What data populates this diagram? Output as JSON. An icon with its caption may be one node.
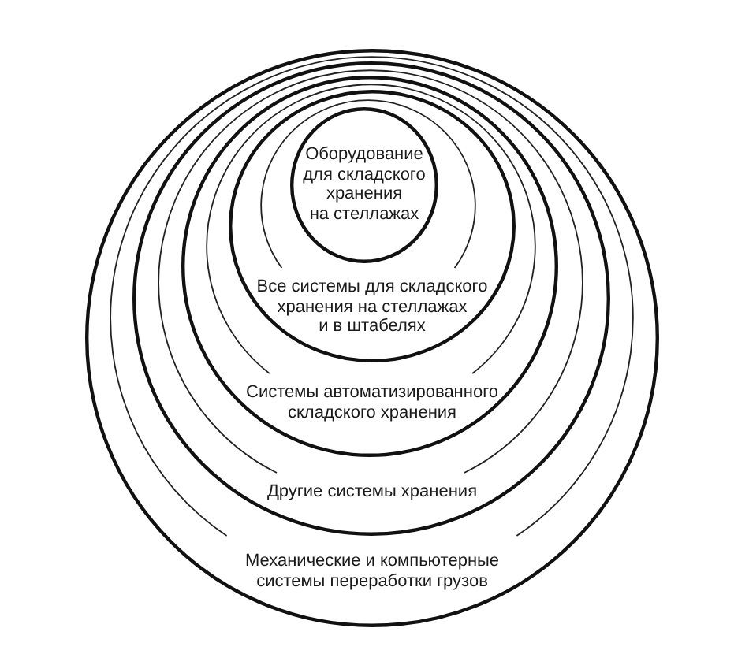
{
  "diagram": {
    "nodes": [
      {
        "text": [
          "Механические и компьютерные системы переработки грузов"
        ]
      },
      {
        "text": [
          "Другие системы хранения"
        ],
        "in": 0
      },
      {
        "text": [
          "Системы автоматизированного складского хранения"
        ],
        "in": 1
      },
      {
        "text": [
          "Все системы для складского хранения на стеллажах и в штабелях"
        ],
        "in": 2
      },
      {
        "text": [
          "Оборудование для складского хранения на стеллажах"
        ],
        "in": 3
      }
    ]
  }
}
